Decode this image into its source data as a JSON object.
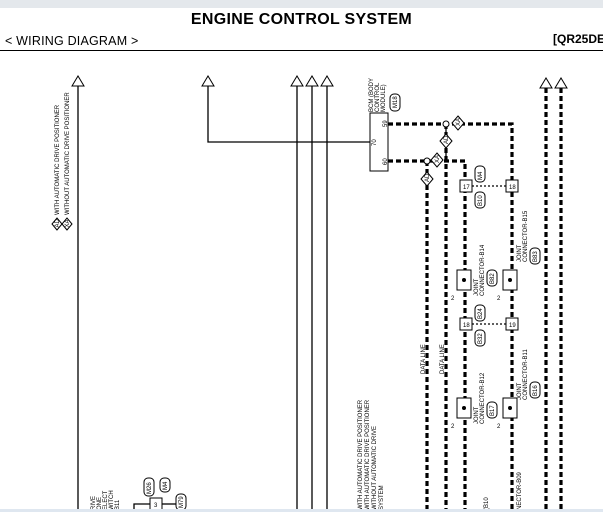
{
  "header": {
    "title": "ENGINE CONTROL SYSTEM",
    "subtitle": "< WIRING DIAGRAM >",
    "model_code": "[QR25DE"
  },
  "legend": [
    {
      "code": "AD",
      "text": "WITH AUTOMATIC DRIVE POSITIONER"
    },
    {
      "code": "XA",
      "text": "WITHOUT AUTOMATIC DRIVE POSITIONER"
    }
  ],
  "bcm": {
    "label_lines": [
      "BCM (BODY",
      "CONTROL",
      "MODULE)"
    ],
    "connector": "M18",
    "pin_59": "59",
    "pin_70": "70",
    "pin_60": "60"
  },
  "circuit": {
    "tag_xa_top": "XA",
    "tag_ad_top": "AD",
    "tag_xa_mid": "XA",
    "tag_ad_left": "AD",
    "pin_17": "17",
    "pin_18_top": "18",
    "pin_18_mid": "18",
    "pin_19": "19",
    "conn_m4": "M4",
    "conn_b10": "B10",
    "conn_b32": "B32",
    "conn_b24": "B24",
    "jc_b14_lines": [
      "JOINT",
      "CONNECTOR-B14"
    ],
    "jc_b14_conn": "B82",
    "jc_b15_lines": [
      "JOINT",
      "CONNECTOR-B15"
    ],
    "jc_b15_conn": "B83",
    "jc_b12_lines": [
      "JOINT",
      "CONNECTOR-B12"
    ],
    "jc_b12_conn": "B17",
    "jc_b11_lines": [
      "JOINT",
      "CONNECTOR-B11"
    ],
    "jc_b11_conn": "B16",
    "pin_2": "2",
    "data_line": "DATA LINE",
    "bottom_b10": "(B10",
    "bottom_b09": "NECTOR-B09"
  },
  "lower_left": {
    "label_lines": [
      "RIVE",
      "ONE",
      "ELECT",
      "WITCH",
      "B11"
    ],
    "conn_m26": "M26",
    "conn_m4": "M4",
    "conn_m79": "M79",
    "pin_3": "3"
  },
  "note_lines": [
    "WITH AUTOMATIC DRIVE POSITIONER",
    "WITH AUTOMATIC DRIVE POSITIONER",
    "WITHOUT AUTOMATIC DRIVE",
    "SYSTEM"
  ]
}
